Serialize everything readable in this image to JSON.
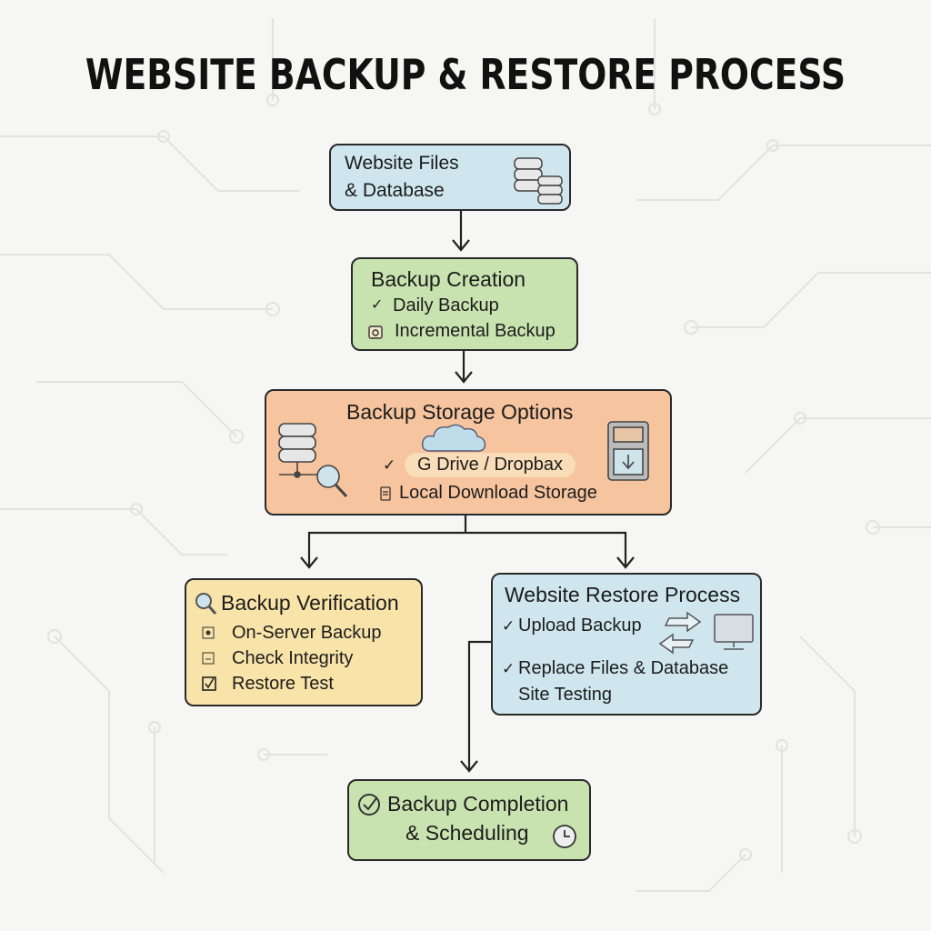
{
  "title": "WEBSITE BACKUP & RESTORE PROCESS",
  "nodes": {
    "source": {
      "line1": "Website Files",
      "line2": "& Database"
    },
    "creation": {
      "title": "Backup Creation",
      "items": [
        "Daily Backup",
        "Incremental Backup"
      ]
    },
    "storage": {
      "title": "Backup Storage Options",
      "items": [
        "G Drive / Dropbax",
        "Local Download Storage"
      ]
    },
    "verification": {
      "title": "Backup Verification",
      "items": [
        "On-Server Backup",
        "Check Integrity",
        "Restore Test"
      ]
    },
    "restore": {
      "title": "Website Restore Process",
      "items": [
        "Upload Backup",
        "Replace Files & Database",
        "Site Testing"
      ]
    },
    "completion": {
      "line1": "Backup Completion",
      "line2": "& Scheduling"
    }
  },
  "check": "✓",
  "colors": {
    "blue": "#cfe6ee",
    "green": "#c9e3b0",
    "orange": "#f6c49e",
    "yellow": "#f8e3a8"
  }
}
